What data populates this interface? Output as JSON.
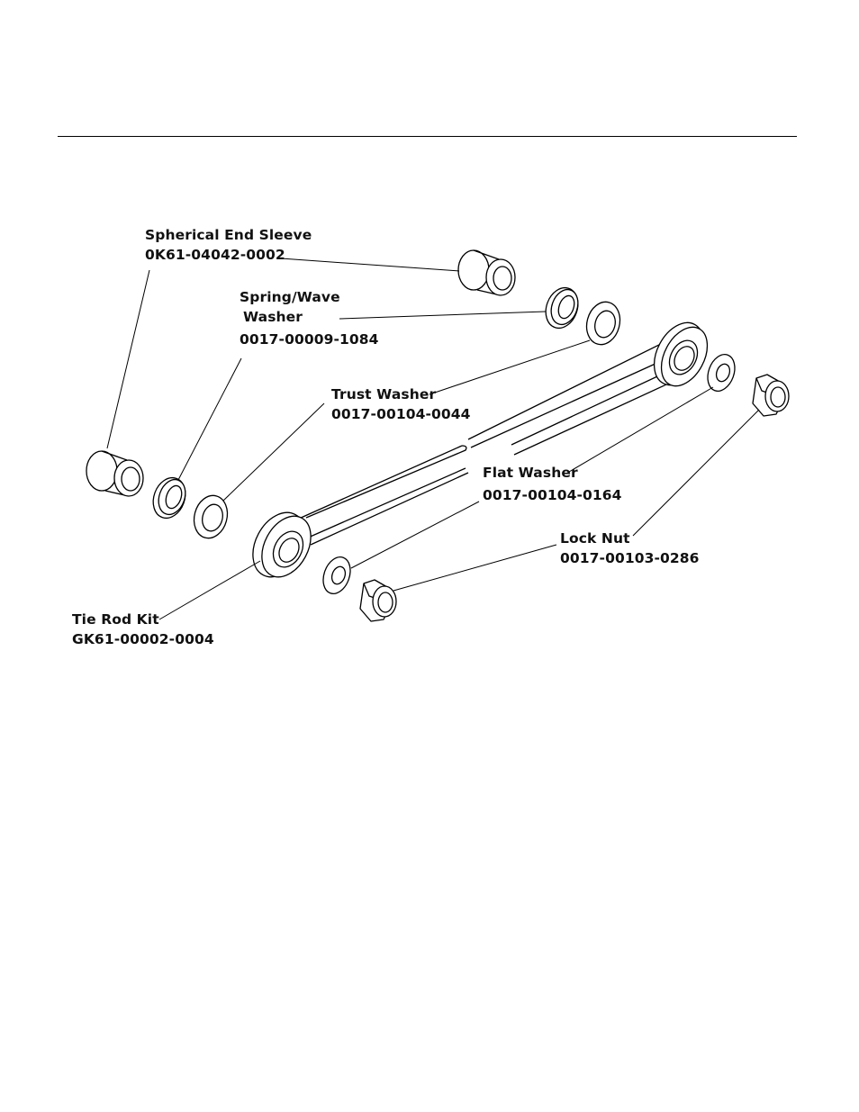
{
  "callouts": {
    "spherical_end_sleeve": {
      "name": "Spherical End Sleeve",
      "part": "0K61-04042-0002"
    },
    "spring_wave_washer": {
      "name_line1": "Spring/Wave",
      "name_line2": "Washer",
      "part": "0017-00009-1084"
    },
    "trust_washer": {
      "name": "Trust Washer",
      "part": "0017-00104-0044"
    },
    "flat_washer": {
      "name": "Flat Washer",
      "part": "0017-00104-0164"
    },
    "lock_nut": {
      "name": "Lock Nut",
      "part": "0017-00103-0286"
    },
    "tie_rod_kit": {
      "name": "Tie Rod Kit",
      "part": "GK61-00002-0004"
    }
  },
  "colors": {
    "line": "#000000",
    "background": "#ffffff"
  }
}
